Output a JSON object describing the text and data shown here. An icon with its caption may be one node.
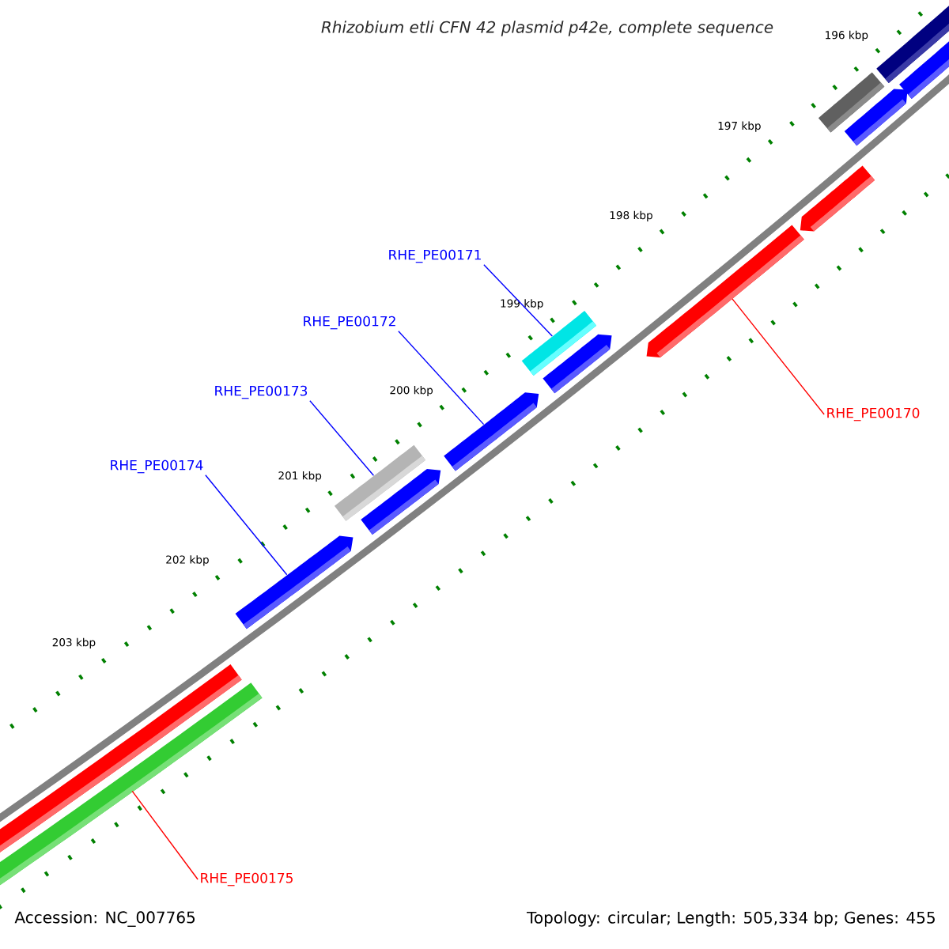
{
  "diagram": {
    "title": "Rhizobium etli CFN 42 plasmid p42e, complete sequence",
    "nodes": [
      {
        "text": [
          "RHE_PE00171"
        ]
      },
      {
        "text": [
          "RHE_PE00172"
        ]
      },
      {
        "text": [
          "RHE_PE00173"
        ]
      },
      {
        "text": [
          "RHE_PE00170"
        ]
      },
      {
        "text": [
          "RHE_PE00174"
        ]
      },
      {
        "text": [
          "RHE_PE00175"
        ]
      },
      {
        "text": [],
        "shape": "bar"
      },
      {
        "text": [],
        "shape": "bar"
      },
      {
        "text": [],
        "shape": "bar"
      },
      {
        "text": [],
        "shape": "bar"
      },
      {
        "text": [],
        "shape": "bar"
      },
      {
        "text": [],
        "shape": "bar"
      }
    ],
    "edges": [
      {
        "from": 0,
        "to": 10,
        "arrow": "none"
      },
      {
        "from": 1,
        "to": 9,
        "arrow": "none"
      },
      {
        "from": 2,
        "to": 8,
        "arrow": "none"
      },
      {
        "from": 3,
        "to": 11,
        "arrow": "none",
        "color": "#ff0000"
      },
      {
        "from": 4,
        "to": 7,
        "arrow": "none"
      },
      {
        "from": 5,
        "to": 6,
        "arrow": "none",
        "color": "#ff0000"
      }
    ],
    "labels": [
      "196 kbp",
      "197 kbp",
      "198 kbp",
      "199 kbp",
      "200 kbp",
      "201 kbp",
      "202 kbp",
      "203 kbp",
      "Accession: NC_007765",
      "Topology: circular; Length: 505,334 bp; Genes: 455"
    ]
  }
}
